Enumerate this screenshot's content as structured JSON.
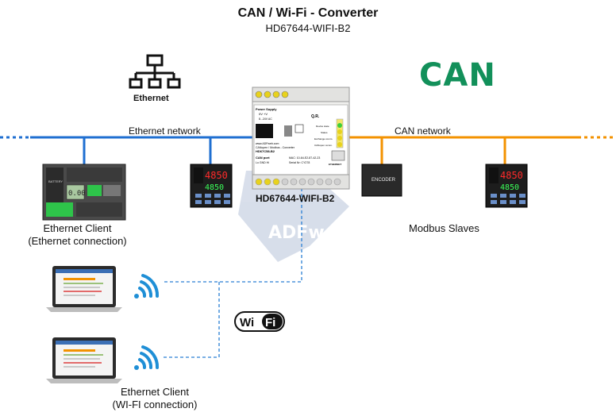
{
  "title": "CAN / Wi-Fi - Converter",
  "subtitle": "HD67644-WIFI-B2",
  "networks": {
    "ethernet": "Ethernet network",
    "can": "CAN network"
  },
  "logos": {
    "ethernet": "Ethernet",
    "can": "CAN",
    "wifi_left": "Wi",
    "wifi_right": "Fi",
    "watermark": "ADFweb"
  },
  "device": {
    "name": "HD67644-WIFI-B2",
    "power_label": "Power Supply",
    "power_sub": "0V  +V",
    "power_range": "8...24V AC",
    "qr_label": "Q.R.",
    "website": "www.ADFweb.com",
    "product_line": "CANopen / Modbus - Converter",
    "product_code": "HD67C58-B2",
    "can_port": "CAN port",
    "can_pins": "Lo  GND  Hi",
    "mac": "MAC: 10-64-E2-87-42-23",
    "serial": "Serial Nr: CY278",
    "port_ethernet": "ETHERNET",
    "led_labels": [
      "Device state",
      "Status",
      "Exchange comm.",
      "CANopen comm."
    ]
  },
  "nodes": {
    "controller_display": "0.00",
    "panel_left_top": "4850",
    "panel_left_bottom": "4850",
    "panel_right_top": "4850",
    "panel_right_bottom": "4850",
    "encoder": "ENCODER",
    "plc_battery": "BATTERY"
  },
  "labels": {
    "client_ethernet": "Ethernet Client\n(Ethernet connection)",
    "modbus_slaves": "Modbus Slaves",
    "client_wifi": "Ethernet Client\n(WI-FI connection)"
  },
  "colors": {
    "ethernet_line": "#1f6fd1",
    "can_line": "#f39200",
    "wifi_link": "#2a7fd4",
    "wifi_signal": "#1f8fd6",
    "can_logo": "#12905a",
    "display_red": "#ff2a2a",
    "display_green": "#3cff5a"
  }
}
